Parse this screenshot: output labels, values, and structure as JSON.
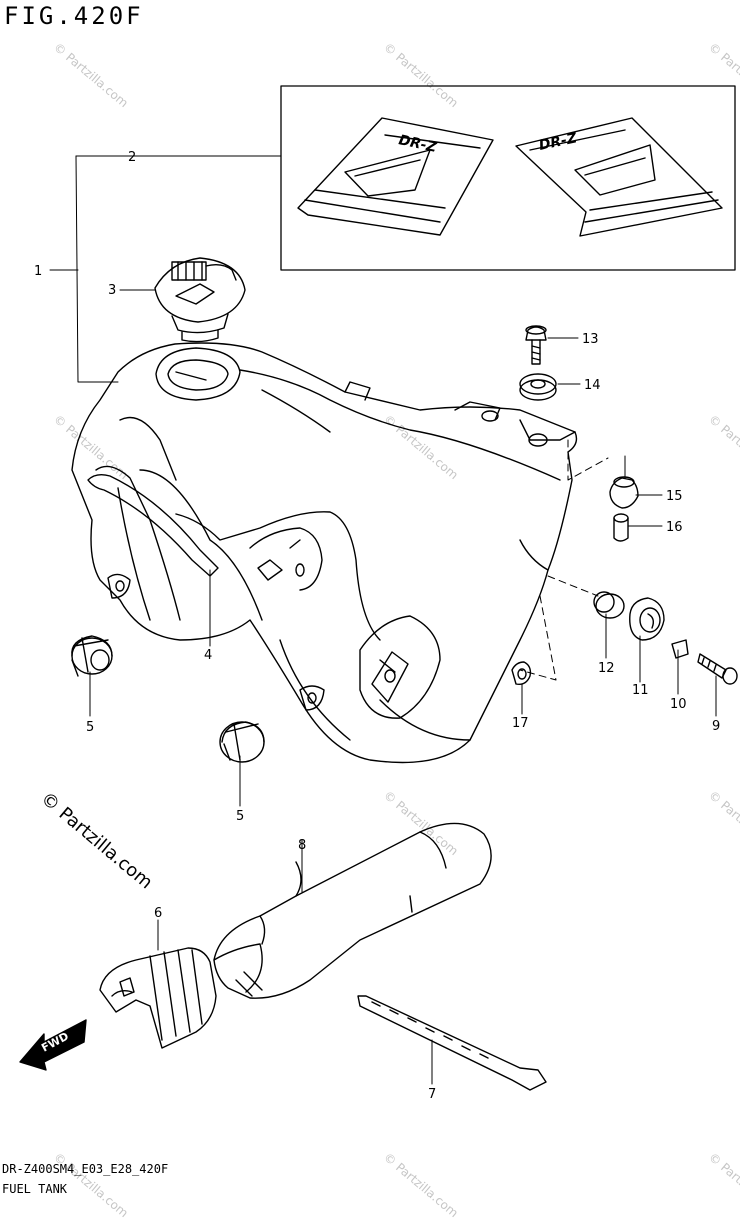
{
  "figure": {
    "title": "FIG.420F",
    "model_code": "DR-Z400SM4_E03_E28_420F",
    "section_title": "FUEL TANK"
  },
  "watermark": {
    "text": "© Partzilla.com"
  },
  "callouts": {
    "c1": "1",
    "c2": "2",
    "c3": "3",
    "c4": "4",
    "c5a": "5",
    "c5b": "5",
    "c6": "6",
    "c7": "7",
    "c8": "8",
    "c9": "9",
    "c10": "10",
    "c11": "11",
    "c12": "12",
    "c13": "13",
    "c14": "14",
    "c15": "15",
    "c16": "16",
    "c17": "17"
  },
  "decal_text": "DR-Z",
  "fwd_label": "FWD"
}
